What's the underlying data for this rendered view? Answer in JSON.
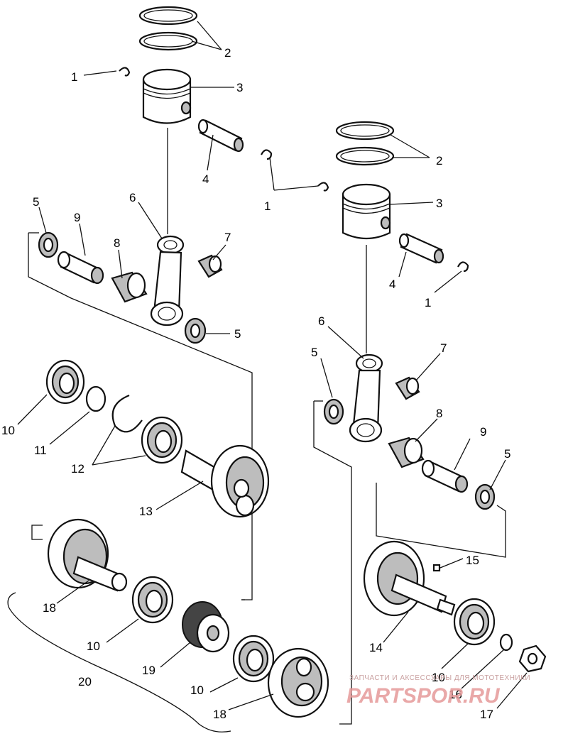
{
  "callouts": {
    "left": {
      "c1": "1",
      "c2": "2",
      "c3": "3",
      "c4": "4",
      "c5a": "5",
      "c5b": "5",
      "c6": "6",
      "c7": "7",
      "c8": "8",
      "c9": "9",
      "c10a": "10",
      "c10b": "10",
      "c10c": "10",
      "c11": "11",
      "c12": "12",
      "c13": "13",
      "c18a": "18",
      "c18b": "18",
      "c19": "19",
      "c20": "20"
    },
    "right": {
      "c1a": "1",
      "c1b": "1",
      "c2": "2",
      "c3": "3",
      "c4": "4",
      "c5a": "5",
      "c5b": "5",
      "c6": "6",
      "c7": "7",
      "c8": "8",
      "c9": "9",
      "c10": "10",
      "c14": "14",
      "c15": "15",
      "c16": "16",
      "c17": "17"
    }
  },
  "watermark": {
    "tagline": "ЗАПЧАСТИ И АКСЕССУАРЫ ДЛЯ МОТОТЕХНИКИ",
    "brand": "PARTSPOR.RU"
  }
}
